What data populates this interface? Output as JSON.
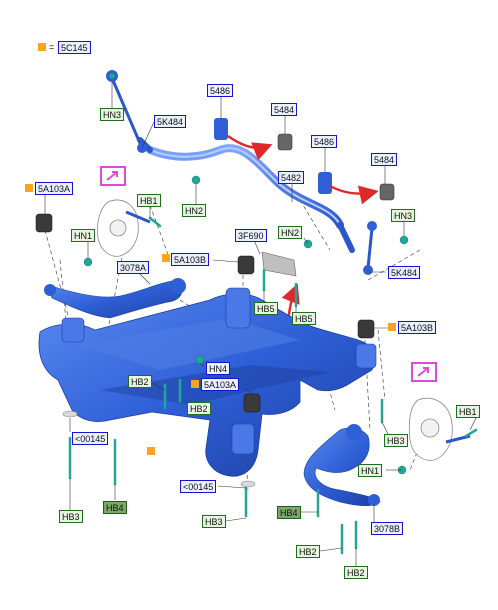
{
  "legend": {
    "marker": "orange-square",
    "equals": "=",
    "label": "5C145"
  },
  "labels": {
    "hn3_top": "HN3",
    "c5k484": "5K484",
    "c5486_left": "5486",
    "c5484_left": "5484",
    "c5486_right": "5486",
    "c5484_right": "5484",
    "c5482": "5482",
    "hn2_left": "HN2",
    "hn3_right": "HN3",
    "c5a103a_top": "5A103A",
    "hb1_left": "HB1",
    "hn1_left": "HN1",
    "c3f690": "3F690",
    "hn2_mid": "HN2",
    "c5a103b_top": "5A103B",
    "c3078a": "3078A",
    "c5k484_right": "5K484",
    "hb5_left": "HB5",
    "hb5_right": "HB5",
    "c5a103b_right": "5A103B",
    "hn4": "HN4",
    "hb2_left": "HB2",
    "hb2_mid": "HB2",
    "c5a103a_mid": "5A103A",
    "c00145_left": "<00145",
    "hb3_left": "HB3",
    "hb4_left": "HB4",
    "hb3_right_upper": "HB3",
    "hb1_right": "HB1",
    "hn1_right": "HN1",
    "c00145_mid": "<00145",
    "hb3_mid": "HB3",
    "hb4_mid": "HB4",
    "c3078b": "3078B",
    "hb2_bottom_a": "HB2",
    "hb2_bottom_b": "HB2"
  },
  "colors": {
    "subframe": "#3567d8",
    "subframe_dark": "#1f43a6",
    "label_blue": "#1414d2",
    "label_green": "#1d6e1d",
    "magenta": "#e14ad8",
    "arrow_red": "#e0282a",
    "bushing": "#3a3a3a"
  }
}
